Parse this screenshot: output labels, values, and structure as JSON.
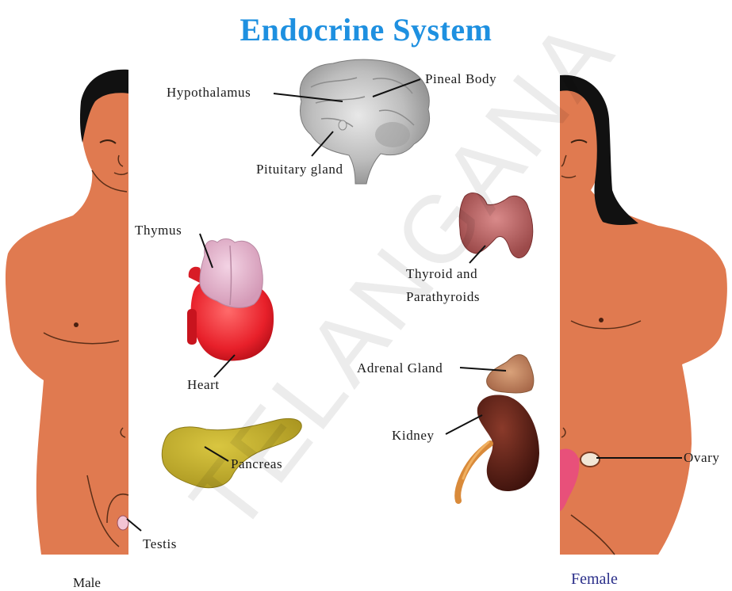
{
  "title": "Endocrine System",
  "watermark": "TELANGANA",
  "captions": {
    "male": "Male",
    "female": "Female"
  },
  "labels": {
    "hypothalamus": "Hypothalamus",
    "pineal": "Pineal Body",
    "pituitary": "Pituitary gland",
    "thymus": "Thymus",
    "heart": "Heart",
    "pancreas": "Pancreas",
    "testis": "Testis",
    "thyroid_line1": "Thyroid and",
    "thyroid_line2": "Parathyroids",
    "adrenal": "Adrenal Gland",
    "kidney": "Kidney",
    "ovary": "Ovary"
  },
  "colors": {
    "title": "#1e90e0",
    "skin": "#e07a50",
    "hair": "#111111",
    "female_caption": "#2b2f8a"
  }
}
